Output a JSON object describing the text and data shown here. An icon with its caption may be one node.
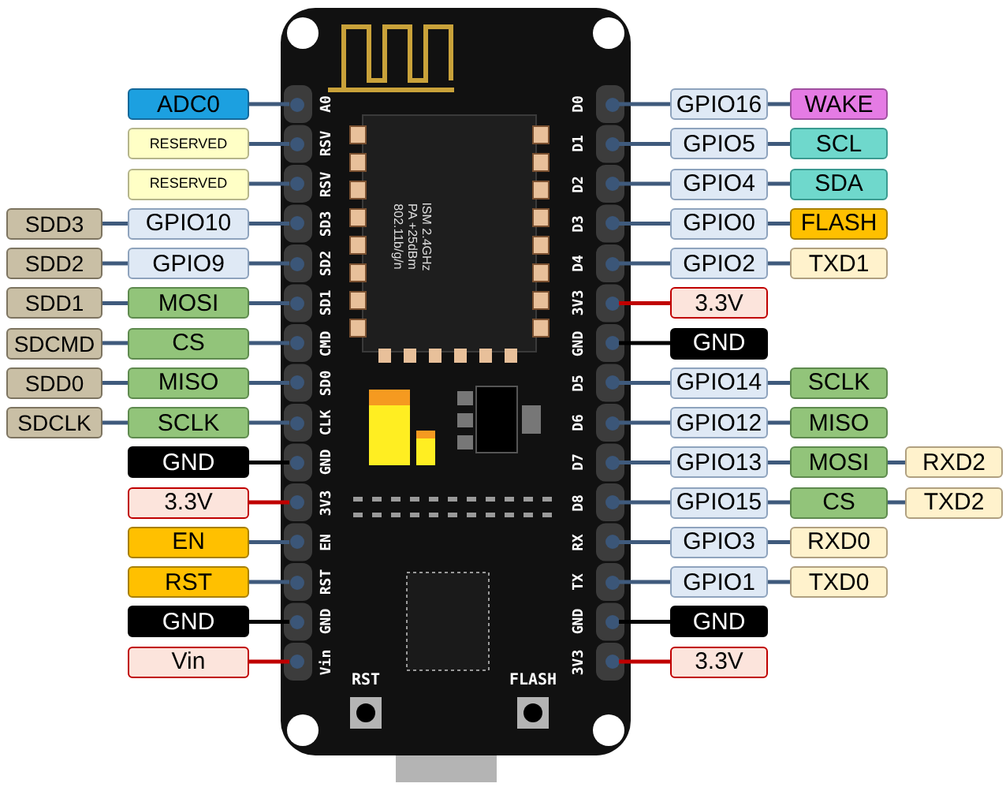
{
  "diagram": {
    "nodes": [
      {
        "text": [],
        "shape": "picture"
      },
      {
        "text": [],
        "shape": "circle",
        "in": 0
      },
      {
        "text": [],
        "shape": "circle",
        "in": 0
      },
      {
        "text": [],
        "shape": "circle",
        "in": 0
      },
      {
        "text": [],
        "shape": "circle",
        "in": 0
      },
      {
        "text": [],
        "shape": "circle",
        "in": 0
      },
      {
        "text": [],
        "shape": "circle",
        "in": 0
      },
      {
        "text": [],
        "shape": "circle",
        "in": 0
      },
      {
        "text": [],
        "shape": "circle",
        "in": 0
      },
      {
        "text": [],
        "shape": "circle",
        "in": 0
      },
      {
        "text": [],
        "shape": "circle",
        "in": 0
      },
      {
        "text": [],
        "shape": "circle",
        "in": 0
      },
      {
        "text": [],
        "shape": "circle",
        "in": 0
      },
      {
        "text": [],
        "shape": "circle",
        "in": 0
      },
      {
        "text": [],
        "shape": "circle",
        "in": 0
      },
      {
        "text": [],
        "shape": "circle",
        "in": 0
      },
      {
        "text": [],
        "shape": "circle",
        "in": 0
      },
      {
        "text": [],
        "shape": "circle",
        "in": 0
      },
      {
        "text": [],
        "shape": "circle",
        "in": 0
      },
      {
        "text": [],
        "shape": "circle",
        "in": 0
      },
      {
        "text": [],
        "shape": "circle",
        "in": 0
      },
      {
        "text": [],
        "shape": "circle",
        "in": 0
      },
      {
        "text": [],
        "shape": "circle",
        "in": 0
      },
      {
        "text": [],
        "shape": "circle",
        "in": 0
      },
      {
        "text": [],
        "shape": "circle",
        "in": 0
      },
      {
        "text": [],
        "shape": "circle",
        "in": 0
      },
      {
        "text": [],
        "shape": "circle",
        "in": 0
      },
      {
        "text": [],
        "shape": "circle",
        "in": 0
      },
      {
        "text": [],
        "shape": "circle",
        "in": 0
      },
      {
        "text": [],
        "shape": "circle",
        "in": 0
      },
      {
        "text": [],
        "shape": "circle",
        "in": 0
      },
      {
        "text": [
          "ADC0"
        ]
      },
      {
        "text": [
          "RESERVED"
        ]
      },
      {
        "text": [
          "RESERVED"
        ]
      },
      {
        "text": [
          "SDD3"
        ]
      },
      {
        "text": [
          "GPIO10"
        ]
      },
      {
        "text": [
          "SDD2"
        ]
      },
      {
        "text": [
          "GPIO9"
        ]
      },
      {
        "text": [
          "SDD1"
        ]
      },
      {
        "text": [
          "MOSI"
        ]
      },
      {
        "text": [
          "SDCMD"
        ]
      },
      {
        "text": [
          "CS"
        ]
      },
      {
        "text": [
          "SDD0"
        ]
      },
      {
        "text": [
          "MISO"
        ]
      },
      {
        "text": [
          "SDCLK"
        ]
      },
      {
        "text": [
          "SCLK"
        ]
      },
      {
        "text": [
          "GND"
        ]
      },
      {
        "text": [
          "3.3V"
        ]
      },
      {
        "text": [
          "EN"
        ]
      },
      {
        "text": [
          "RST"
        ]
      },
      {
        "text": [
          "GND"
        ]
      },
      {
        "text": [
          "Vin"
        ]
      },
      {
        "text": [
          "GPIO16"
        ]
      },
      {
        "text": [
          "WAKE"
        ]
      },
      {
        "text": [
          "GPIO5"
        ]
      },
      {
        "text": [
          "SCL"
        ]
      },
      {
        "text": [
          "GPIO4"
        ]
      },
      {
        "text": [
          "SDA"
        ]
      },
      {
        "text": [
          "GPIO0"
        ]
      },
      {
        "text": [
          "FLASH"
        ]
      },
      {
        "text": [
          "GPIO2"
        ]
      },
      {
        "text": [
          "TXD1"
        ]
      },
      {
        "text": [
          "3.3V"
        ]
      },
      {
        "text": [
          "GND"
        ]
      },
      {
        "text": [
          "GPIO14"
        ]
      },
      {
        "text": [
          "SCLK"
        ]
      },
      {
        "text": [
          "GPIO12"
        ]
      },
      {
        "text": [
          "MISO"
        ]
      },
      {
        "text": [
          "GPIO13"
        ]
      },
      {
        "text": [
          "MOSI"
        ]
      },
      {
        "text": [
          "RXD2"
        ]
      },
      {
        "text": [
          "GPIO15"
        ]
      },
      {
        "text": [
          "CS"
        ]
      },
      {
        "text": [
          "TXD2"
        ]
      },
      {
        "text": [
          "GPIO3"
        ]
      },
      {
        "text": [
          "RXD0"
        ]
      },
      {
        "text": [
          "GPIO1"
        ]
      },
      {
        "text": [
          "TXD0"
        ]
      },
      {
        "text": [
          "GND"
        ]
      },
      {
        "text": [
          "3.3V"
        ]
      }
    ],
    "edges": [
      {
        "from": 31,
        "to": 1,
        "arrow": "none"
      },
      {
        "from": 32,
        "to": 2,
        "arrow": "none"
      },
      {
        "from": 33,
        "to": 3,
        "arrow": "none"
      },
      {
        "from": 34,
        "to": 35,
        "arrow": "none"
      },
      {
        "from": 35,
        "to": 4,
        "arrow": "none"
      },
      {
        "from": 36,
        "to": 37,
        "arrow": "none"
      },
      {
        "from": 37,
        "to": 5,
        "arrow": "none"
      },
      {
        "from": 38,
        "to": 39,
        "arrow": "none"
      },
      {
        "from": 39,
        "to": 6,
        "arrow": "none"
      },
      {
        "from": 40,
        "to": 41,
        "arrow": "none"
      },
      {
        "from": 41,
        "to": 7,
        "arrow": "none"
      },
      {
        "from": 42,
        "to": 43,
        "arrow": "none"
      },
      {
        "from": 43,
        "to": 8,
        "arrow": "none"
      },
      {
        "from": 44,
        "to": 45,
        "arrow": "none"
      },
      {
        "from": 45,
        "to": 9,
        "arrow": "none"
      },
      {
        "from": 46,
        "to": 10,
        "arrow": "none",
        "color": "#000000"
      },
      {
        "from": 47,
        "to": 11,
        "arrow": "none",
        "color": "#c00000"
      },
      {
        "from": 48,
        "to": 12,
        "arrow": "none"
      },
      {
        "from": 49,
        "to": 13,
        "arrow": "none"
      },
      {
        "from": 50,
        "to": 14,
        "arrow": "none",
        "color": "#000000"
      },
      {
        "from": 51,
        "to": 15,
        "arrow": "none",
        "color": "#c00000"
      },
      {
        "from": 52,
        "to": 16,
        "arrow": "none"
      },
      {
        "from": 52,
        "to": 53,
        "arrow": "none"
      },
      {
        "from": 54,
        "to": 17,
        "arrow": "none"
      },
      {
        "from": 54,
        "to": 55,
        "arrow": "none"
      },
      {
        "from": 56,
        "to": 18,
        "arrow": "none"
      },
      {
        "from": 56,
        "to": 57,
        "arrow": "none"
      },
      {
        "from": 58,
        "to": 19,
        "arrow": "none"
      },
      {
        "from": 58,
        "to": 59,
        "arrow": "none"
      },
      {
        "from": 60,
        "to": 20,
        "arrow": "none"
      },
      {
        "from": 60,
        "to": 61,
        "arrow": "none"
      },
      {
        "from": 62,
        "to": 21,
        "arrow": "none",
        "color": "#c00000"
      },
      {
        "from": 63,
        "to": 22,
        "arrow": "none",
        "color": "#000000"
      },
      {
        "from": 64,
        "to": 23,
        "arrow": "none"
      },
      {
        "from": 64,
        "to": 65,
        "arrow": "none"
      },
      {
        "from": 66,
        "to": 24,
        "arrow": "none"
      },
      {
        "from": 66,
        "to": 67,
        "arrow": "none"
      },
      {
        "from": 68,
        "to": 25,
        "arrow": "none"
      },
      {
        "from": 68,
        "to": 69,
        "arrow": "none"
      },
      {
        "from": 69,
        "to": 70,
        "arrow": "none"
      },
      {
        "from": 71,
        "to": 26,
        "arrow": "none"
      },
      {
        "from": 71,
        "to": 72,
        "arrow": "none"
      },
      {
        "from": 72,
        "to": 73,
        "arrow": "none"
      },
      {
        "from": 74,
        "to": 27,
        "arrow": "none"
      },
      {
        "from": 74,
        "to": 75,
        "arrow": "none"
      },
      {
        "from": 76,
        "to": 28,
        "arrow": "none"
      },
      {
        "from": 76,
        "to": 77,
        "arrow": "none"
      },
      {
        "from": 78,
        "to": 29,
        "arrow": "none",
        "color": "#000000"
      },
      {
        "from": 79,
        "to": 30,
        "arrow": "none",
        "color": "#c00000"
      }
    ],
    "labels": [
      "A0",
      "RSV",
      "RSV",
      "SD3",
      "SD2",
      "SD1",
      "CMD",
      "SD0",
      "CLK",
      "GND",
      "3V3",
      "EN",
      "RST",
      "GND",
      "Vin",
      "D0",
      "D1",
      "D2",
      "D3",
      "D4",
      "3V3",
      "GND",
      "D5",
      "D6",
      "D7",
      "D8",
      "RX",
      "TX",
      "GND",
      "3V3",
      "RST",
      "FLASH",
      "802.11b/g/n",
      "PA +25dBm",
      "ISM 2.4GHz"
    ]
  }
}
